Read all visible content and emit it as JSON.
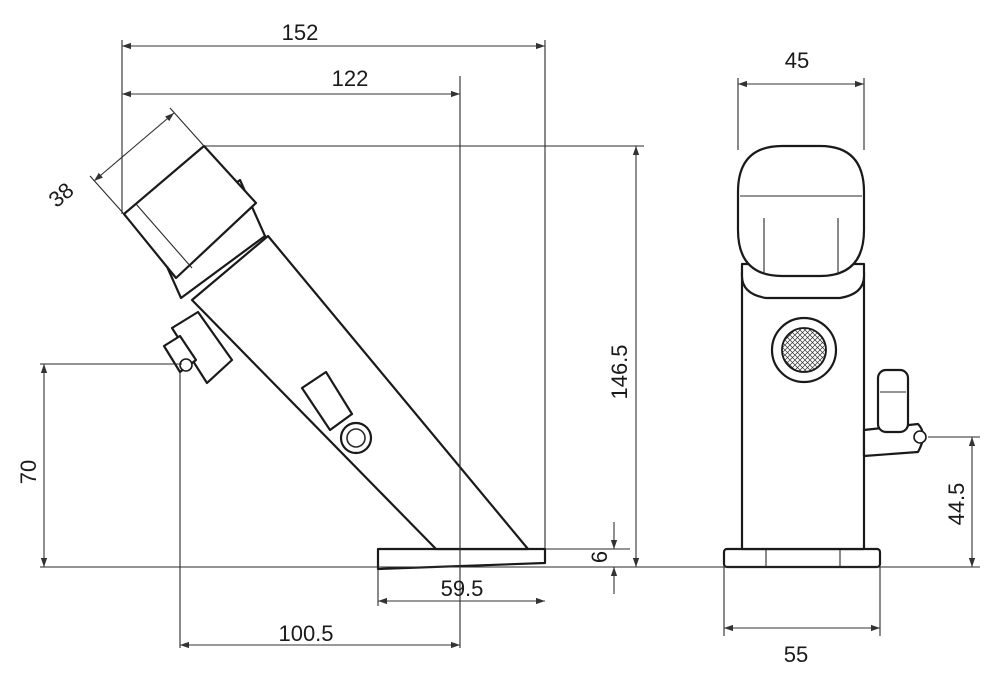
{
  "dimensions": {
    "width_total": "152",
    "width_spout": "122",
    "head_diameter": "38",
    "height_total": "146.5",
    "spout_height": "70",
    "base_thickness": "6",
    "base_length": "59.5",
    "spout_reach": "100.5",
    "side_width": "45",
    "side_base_width": "55",
    "lever_height": "44.5"
  },
  "colors": {
    "line": "#1a1a1a",
    "dimension": "#333333",
    "background": "#ffffff"
  }
}
